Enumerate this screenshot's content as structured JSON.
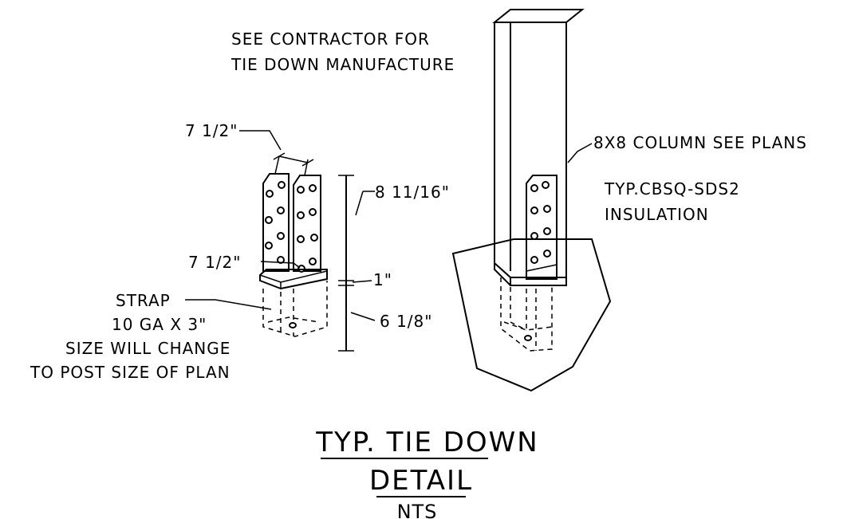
{
  "notes": {
    "contractor_line1": "SEE CONTRACTOR FOR",
    "contractor_line2": "TIE DOWN MANUFACTURE",
    "column_callout": "8X8 COLUMN SEE PLANS",
    "product_line1": "TYP.CBSQ-SDS2",
    "product_line2": "INSULATION",
    "strap_line1": "STRAP",
    "strap_line2": "10 GA X 3\"",
    "size_line1": "SIZE WILL CHANGE",
    "size_line2": "TO POST SIZE OF PLAN"
  },
  "dimensions": {
    "top_width": "7 1/2\"",
    "inner_width": "7 1/2\"",
    "upper_height": "8 11/16\"",
    "plate": "1\"",
    "embed_depth": "6 1/8\""
  },
  "title": {
    "line1": "TYP. TIE DOWN",
    "line2": "DETAIL",
    "scale": "NTS"
  }
}
